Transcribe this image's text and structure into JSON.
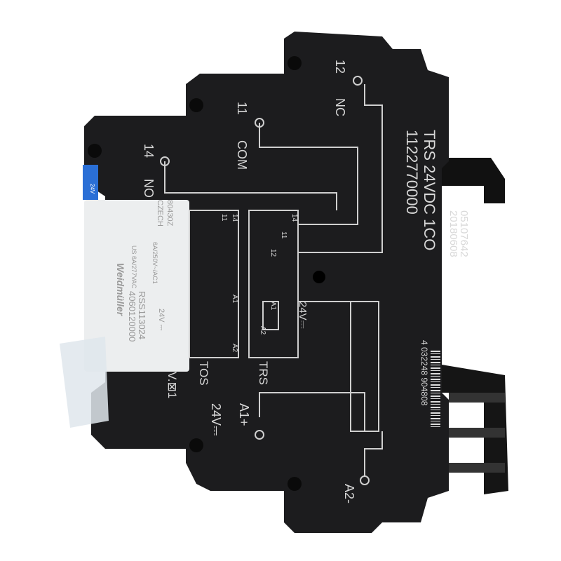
{
  "product": {
    "model": "TRS 24VDC 1CO",
    "part_number": "1122770000",
    "code": "05107642",
    "date": "20180608",
    "barcode": "4 032248 904808",
    "voltage": "24V⎓",
    "terminals": {
      "t14": "14",
      "t11": "11",
      "t12": "12",
      "no": "NO",
      "com": "COM",
      "nc": "NC",
      "a1": "A1+",
      "a2": "A2-",
      "vx": "V.⊠1"
    },
    "schematic": {
      "tos": "TOS",
      "trs": "TRS",
      "p14": "14",
      "p11": "11",
      "p12": "12",
      "a1": "A1",
      "a2": "A2",
      "v": "24V⎓"
    },
    "relay_label": {
      "brand": "Weidmüller",
      "model": "RSS113024",
      "part": "4060120000",
      "origin_code": "80430Z",
      "origin": "CZECH",
      "rating_us": "US 6A/277VAC",
      "rating": "6A/250V~/AC1",
      "coil": "24V ⎓",
      "tab": "24V"
    }
  },
  "colors": {
    "body": "#1c1c1e",
    "relay": "#eceeef",
    "tab": "#2a6fd6",
    "print": "#d8d8d8"
  }
}
